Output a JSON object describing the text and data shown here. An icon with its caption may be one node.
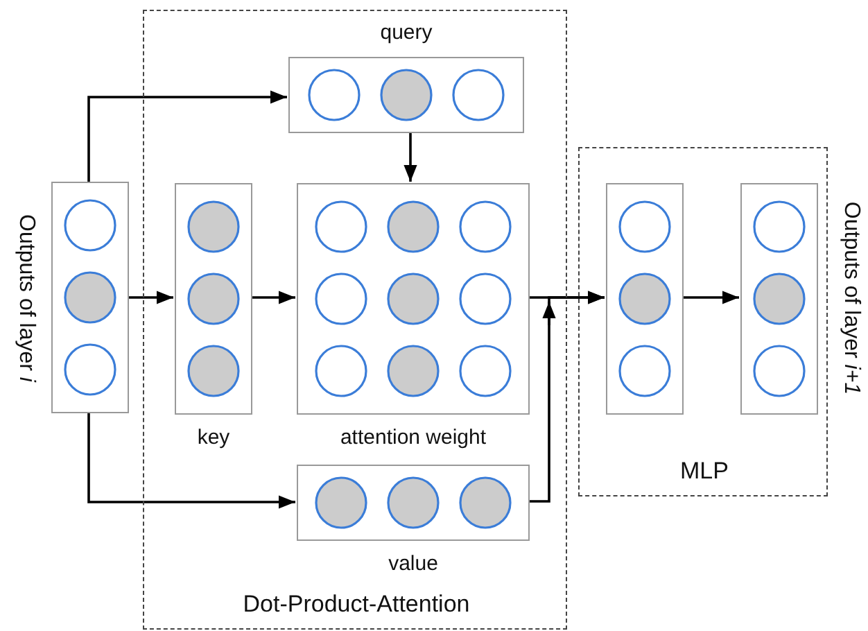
{
  "diagram": {
    "nodes": [
      {
        "text": [
          "Dot-Product-Attention"
        ]
      },
      {
        "text": [
          "MLP"
        ]
      },
      {
        "text": [],
        "shape": "box",
        "beside": [
          "Outputs of layer *i*"
        ]
      },
      {
        "text": [
          "query"
        ],
        "in": 0
      },
      {
        "text": [
          "key"
        ],
        "in": 0
      },
      {
        "text": [
          "attention weight"
        ],
        "in": 0
      },
      {
        "text": [
          "value"
        ],
        "in": 0
      },
      {
        "text": [],
        "shape": "box",
        "in": 1
      },
      {
        "text": [],
        "shape": "box",
        "in": 1,
        "beside": [
          "Outputs of layer *i+1*"
        ]
      }
    ],
    "edges": [
      {
        "from": 2,
        "to": 3,
        "arrow": "to"
      },
      {
        "from": 2,
        "to": 4,
        "arrow": "to"
      },
      {
        "from": 2,
        "to": 6,
        "arrow": "to"
      },
      {
        "from": 3,
        "to": 5,
        "arrow": "to"
      },
      {
        "from": 4,
        "to": 5,
        "arrow": "to"
      },
      {
        "from": 5,
        "to": 7,
        "arrow": "to"
      },
      {
        "from": 6,
        "to": 7,
        "arrow": "to"
      },
      {
        "from": 7,
        "to": 8,
        "arrow": "to"
      }
    ]
  }
}
